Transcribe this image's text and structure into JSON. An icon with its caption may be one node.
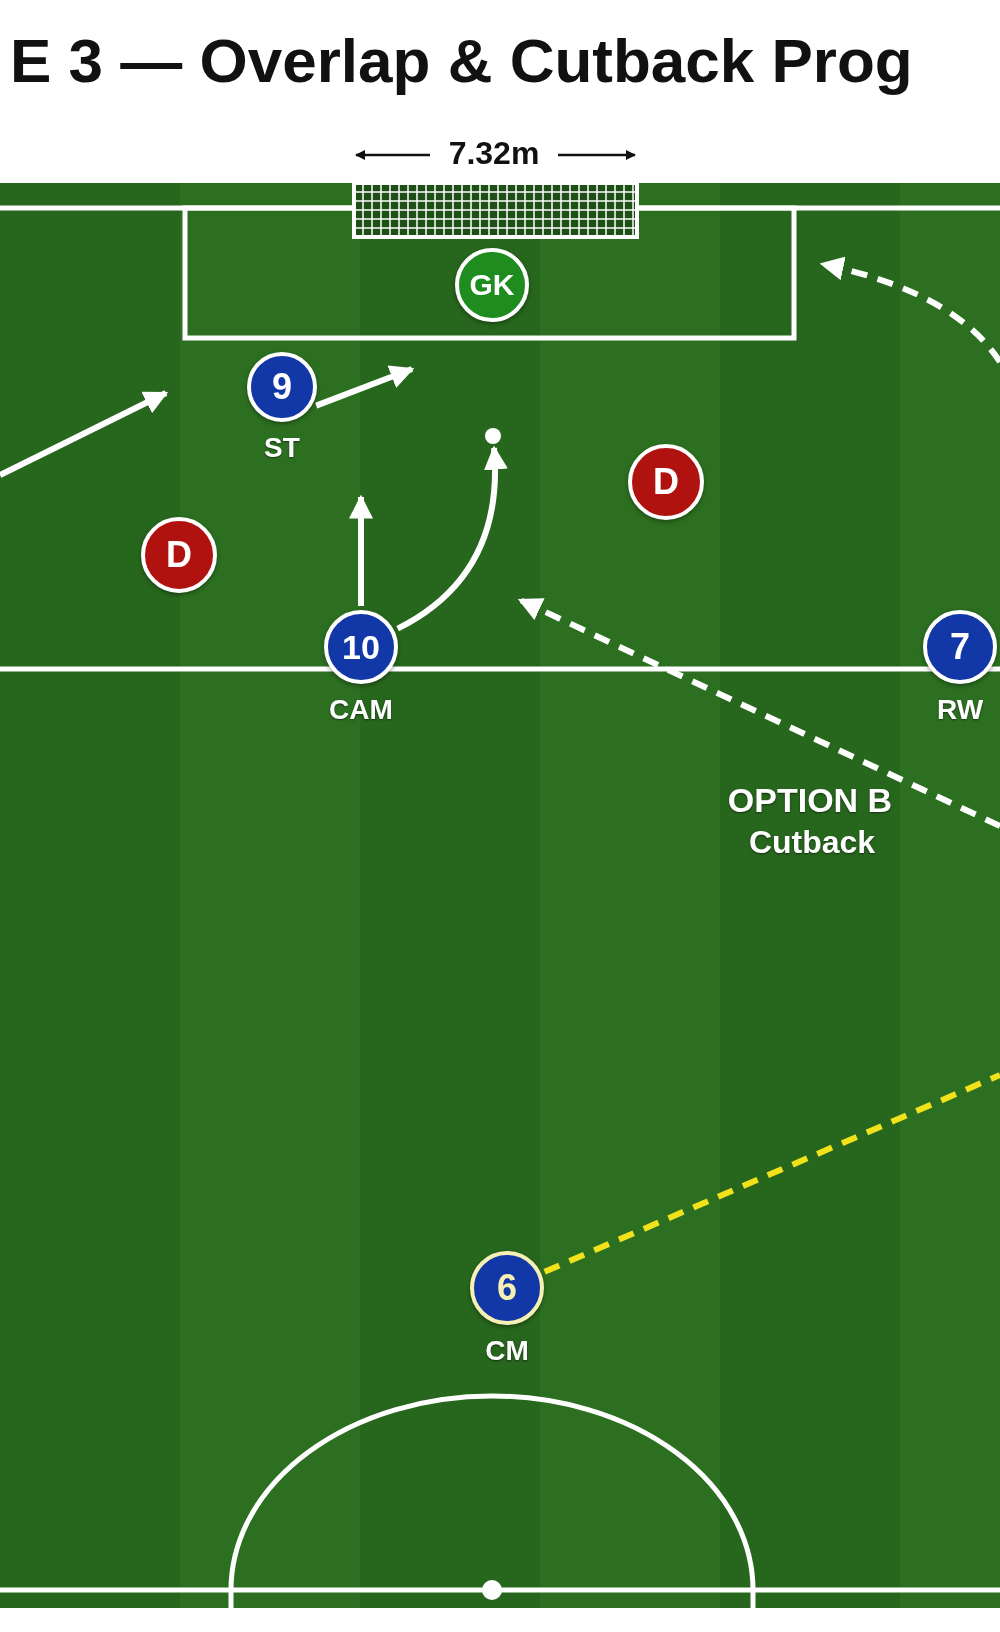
{
  "diagram": {
    "title": "E 3 — Overlap & Cutback Prog",
    "nodes": [
      {
        "text": [
          "GK"
        ]
      },
      {
        "text": [
          "9"
        ],
        "beside": [
          "ST"
        ]
      },
      {
        "text": [],
        "shape": "circle"
      },
      {
        "text": [
          "D"
        ]
      },
      {
        "text": [
          "D"
        ]
      },
      {
        "text": [
          "10"
        ],
        "beside": [
          "CAM"
        ]
      },
      {
        "text": [
          "7"
        ],
        "beside": [
          "RW"
        ]
      },
      {
        "text": [
          "6"
        ],
        "beside": [
          "CM"
        ]
      }
    ],
    "edges": [
      {
        "from": 1,
        "to": null,
        "arrow": "to"
      },
      {
        "from": 5,
        "to": null,
        "arrow": "to"
      },
      {
        "from": 5,
        "to": 2,
        "arrow": "to"
      },
      {
        "from": 7,
        "to": null,
        "arrow": "none",
        "style": "dashed",
        "color": "#f2e21c"
      }
    ],
    "labels": [
      "7.32m",
      "OPTION B",
      "Cutback"
    ]
  }
}
